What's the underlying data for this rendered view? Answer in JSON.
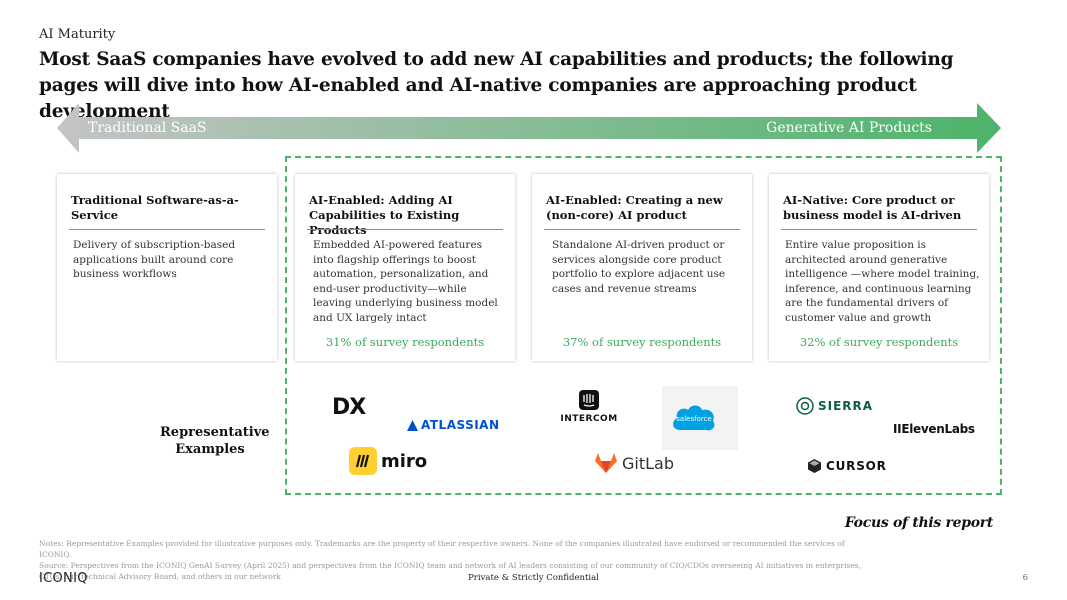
{
  "header": {
    "eyebrow": "AI Maturity",
    "headline": "Most SaaS companies have evolved to add new AI capabilities and products; the following pages will dive into how AI-enabled and AI-native companies are approaching product development"
  },
  "spectrum": {
    "left_label": "Traditional SaaS",
    "right_label": "Generative AI Products",
    "start_color": "#c4c4c4",
    "end_color": "#4cb46a"
  },
  "cards": [
    {
      "title": "Traditional Software-as-a-Service",
      "description": "Delivery of subscription-based applications built around core business workflows",
      "stat": ""
    },
    {
      "title": "AI-Enabled: Adding AI Capabilities to Existing Products",
      "description": "Embedded AI-powered features into flagship offerings to boost automation, personalization, and end-user productivity—while leaving underlying business model and UX largely intact",
      "stat": "31% of survey respondents"
    },
    {
      "title": "AI-Enabled: Creating a new (non-core) AI product",
      "description": "Standalone AI-driven product or services alongside core product portfolio to explore adjacent use cases and revenue streams",
      "stat": "37% of survey respondents"
    },
    {
      "title": "AI-Native: Core product or business model is AI-driven",
      "description": "Entire value proposition is architected around generative intelligence —where model training, inference, and continuous learning are the fundamental drivers of customer value and growth",
      "stat": "32% of survey respondents"
    }
  ],
  "examples": {
    "label": "Representative Examples",
    "logos": {
      "dx": "DX",
      "atlassian": "ATLASSIAN",
      "miro": "miro",
      "intercom": "INTERCOM",
      "salesforce": "salesforce",
      "gitlab": "GitLab",
      "sierra": "SIERRA",
      "elevenlabs": "IIElevenLabs",
      "cursor": "CURSOR"
    }
  },
  "focus_label": "Focus of this report",
  "footer": {
    "notes": "Notes: Representative Examples provided for illustrative purposes only. Trademarks are the property of their respective owners. None of the companies illustrated have endorsed or recommended the services of ICONIQ.",
    "source": "Source: Perspectives from the ICONIQ GenAI Survey (April 2025) and perspectives from the ICONIQ team and network of AI leaders consisting of our community of CIO/CDOs overseeing AI initiatives in enterprises, CTOs, our Technical Advisory Board, and others in our network",
    "brand": "ICONIQ",
    "confidential": "Private & Strictly Confidential",
    "page": "6"
  }
}
